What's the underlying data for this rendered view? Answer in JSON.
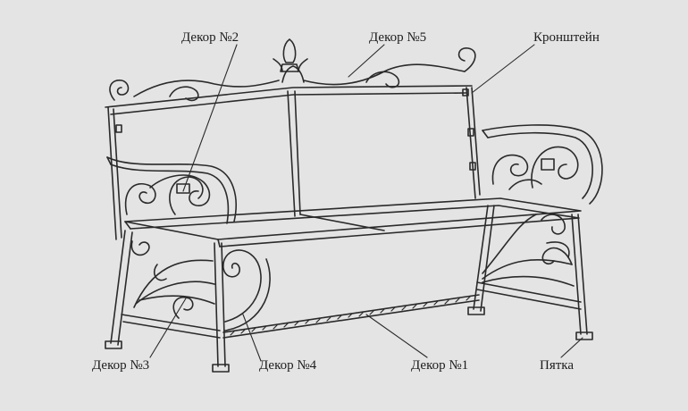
{
  "labels": {
    "decor_2": "Декор №2",
    "decor_5": "Декор №5",
    "bracket": "Кронштейн",
    "decor_3": "Декор №3",
    "decor_4": "Декор №4",
    "decor_1": "Декор №1",
    "heel": "Пятка"
  },
  "colors": {
    "background": "#e4e4e4",
    "ink": "#2a2a2a"
  }
}
